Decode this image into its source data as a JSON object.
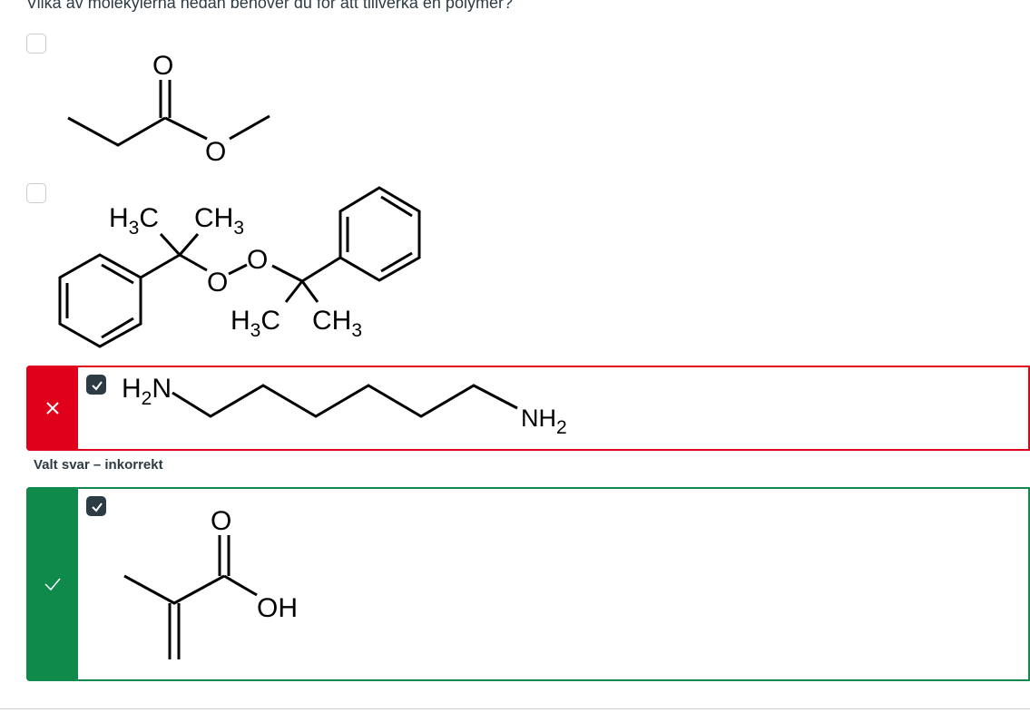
{
  "question": "Vilka av molekylerna nedan behöver du för att tillverka en polymer?",
  "options": [
    {
      "checked": false,
      "atoms": {
        "o1": "O",
        "o2": "O"
      }
    },
    {
      "checked": false,
      "atoms": {
        "a_h": "H",
        "a_sub": "3",
        "a_c": "C",
        "b_c": "CH",
        "b_sub": "3",
        "o1": "O",
        "o2": "O",
        "c_h": "H",
        "c_sub": "3",
        "c_c": "C",
        "d_c": "CH",
        "d_sub": "3"
      }
    },
    {
      "checked": true,
      "result": "incorrect",
      "result_icon": "close-icon",
      "atoms": {
        "n1_h": "H",
        "n1_sub": "2",
        "n1_n": "N",
        "n2_nh": "NH",
        "n2_sub": "2"
      }
    },
    {
      "checked": true,
      "result": "correct",
      "result_icon": "check-icon",
      "atoms": {
        "o1": "O",
        "oh": "OH"
      }
    }
  ],
  "feedback_label": "Valt svar – inkorrekt",
  "colors": {
    "incorrect": "#e0001b",
    "correct": "#0f8a4a",
    "text": "#2d3b45"
  }
}
